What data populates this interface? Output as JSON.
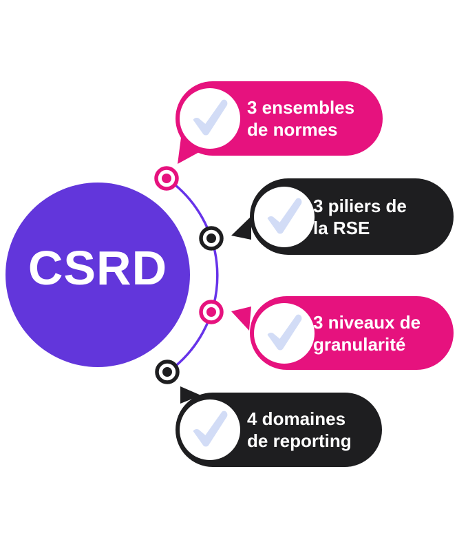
{
  "title": {
    "label": "CSRD"
  },
  "colors": {
    "central_circle": "#6236DB",
    "pink": "#E6127E",
    "dark": "#1E1E20",
    "connector_line": "#6733E9",
    "check_mark": "#D2DCF6",
    "background": "#FFFFFF",
    "text_on_fill": "#FFFFFF"
  },
  "pills": [
    {
      "line1": "3 ensembles",
      "line2": "de normes",
      "tone": "pink",
      "icon": "check-icon"
    },
    {
      "line1": "3 piliers de",
      "line2": "la RSE",
      "tone": "dark",
      "icon": "check-icon"
    },
    {
      "line1": "3 niveaux de",
      "line2": "granularité",
      "tone": "pink",
      "icon": "check-icon"
    },
    {
      "line1": "4 domaines",
      "line2": "de reporting",
      "tone": "dark",
      "icon": "check-icon"
    }
  ],
  "connector": {
    "nodes": [
      {
        "color": "pink"
      },
      {
        "color": "dark"
      },
      {
        "color": "pink"
      },
      {
        "color": "dark"
      }
    ]
  }
}
